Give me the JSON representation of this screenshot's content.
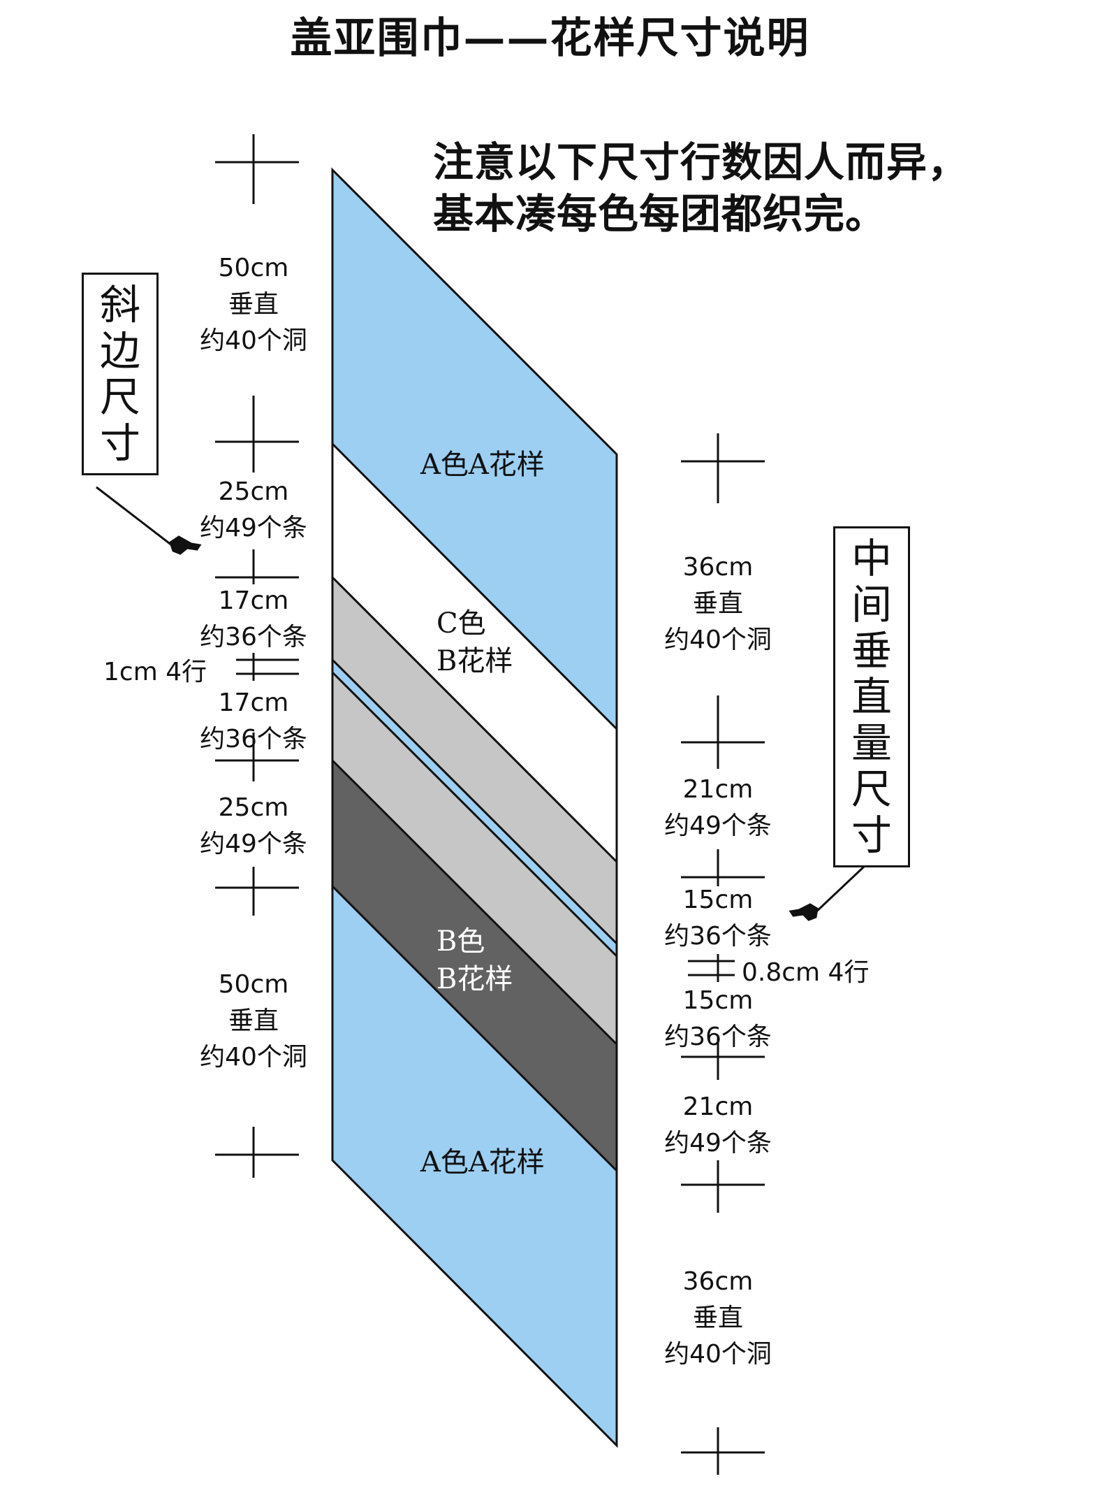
{
  "title": "盖亚围巾——花样尺寸说明",
  "note": {
    "line1": "注意以下尺寸行数因人而异，",
    "line2": "基本凑每色每团都织完。"
  },
  "side_label": [
    "斜",
    "边",
    "尺",
    "寸"
  ],
  "mid_label": [
    "中",
    "间",
    "垂",
    "直",
    "量",
    "尺",
    "寸"
  ],
  "colors": {
    "a_blue": "#9ccff2",
    "c_gray": "#c6c6c6",
    "b_dark": "#626262",
    "white": "#ffffff",
    "line": "#111111"
  },
  "bands": [
    {
      "id": "a-top",
      "color": "a_blue",
      "label": [
        "A色A花样"
      ]
    },
    {
      "id": "c-white",
      "color": "white",
      "label": [
        "C色",
        "B花样"
      ]
    },
    {
      "id": "c-gray-1",
      "color": "c_gray",
      "label": []
    },
    {
      "id": "divider-blue",
      "color": "a_blue",
      "label": []
    },
    {
      "id": "c-gray-2",
      "color": "c_gray",
      "label": []
    },
    {
      "id": "b-dark",
      "color": "b_dark",
      "label": [
        "B色",
        "B花样"
      ]
    },
    {
      "id": "a-bottom",
      "color": "a_blue",
      "label": [
        "A色A花样"
      ]
    }
  ],
  "left_measures": [
    {
      "id": "l1",
      "lines": [
        "50cm",
        "垂直",
        "约40个洞"
      ]
    },
    {
      "id": "l2",
      "lines": [
        "25cm",
        "约49个条"
      ]
    },
    {
      "id": "l3",
      "lines": [
        "17cm",
        "约36个条"
      ]
    },
    {
      "id": "l4",
      "lines": [
        "17cm",
        "约36个条"
      ]
    },
    {
      "id": "l5",
      "lines": [
        "25cm",
        "约49个条"
      ]
    },
    {
      "id": "l6",
      "lines": [
        "50cm",
        "垂直",
        "约40个洞"
      ]
    }
  ],
  "left_small": "1cm  4行",
  "right_measures": [
    {
      "id": "r1",
      "lines": [
        "36cm",
        "垂直",
        "约40个洞"
      ]
    },
    {
      "id": "r2",
      "lines": [
        "21cm",
        "约49个条"
      ]
    },
    {
      "id": "r3",
      "lines": [
        "15cm",
        "约36个条"
      ]
    },
    {
      "id": "r4",
      "lines": [
        "15cm",
        "约36个条"
      ]
    },
    {
      "id": "r5",
      "lines": [
        "21cm",
        "约49个条"
      ]
    },
    {
      "id": "r6",
      "lines": [
        "36cm",
        "垂直",
        "约40个洞"
      ]
    }
  ],
  "right_small": "0.8cm  4行"
}
